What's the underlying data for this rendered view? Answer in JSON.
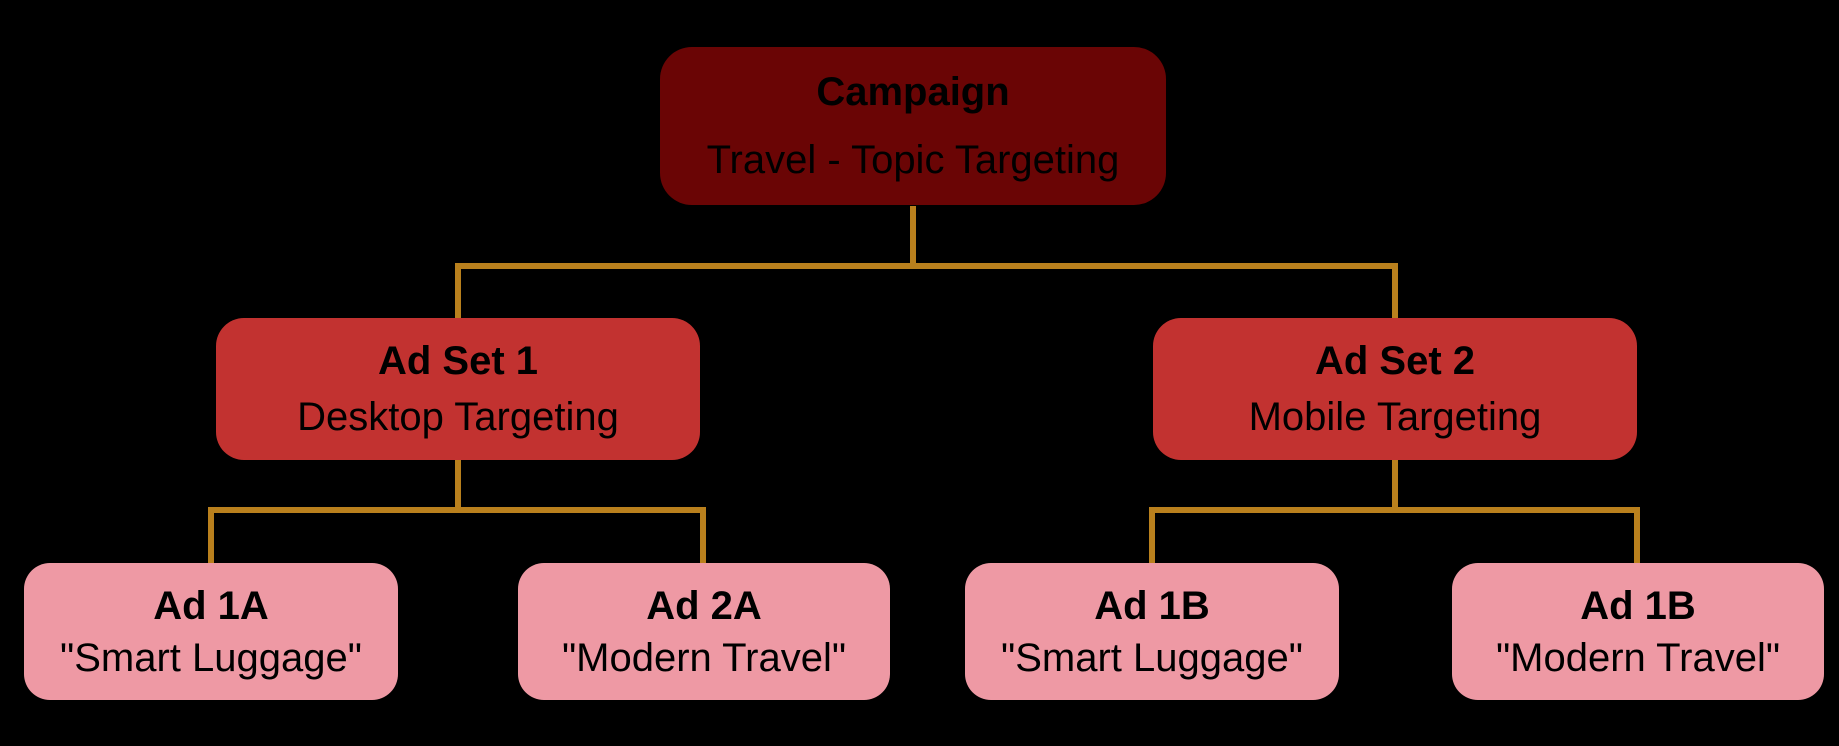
{
  "diagram": {
    "background_color": "#000000",
    "connector_color": "#b9801d",
    "text_color": "#000000",
    "nodes": {
      "campaign": {
        "title": "Campaign",
        "subtitle": "Travel - Topic Targeting",
        "fill": "#6a0505"
      },
      "adset1": {
        "title": "Ad Set 1",
        "subtitle": "Desktop Targeting",
        "fill": "#c23230"
      },
      "adset2": {
        "title": "Ad Set 2",
        "subtitle": "Mobile Targeting",
        "fill": "#c23230"
      },
      "ad1a": {
        "title": "Ad 1A",
        "subtitle": "\"Smart Luggage\"",
        "fill": "#ee99a4"
      },
      "ad2a": {
        "title": "Ad 2A",
        "subtitle": "\"Modern Travel\"",
        "fill": "#ee99a4"
      },
      "ad1b_left": {
        "title": "Ad 1B",
        "subtitle": "\"Smart Luggage\"",
        "fill": "#ee99a4"
      },
      "ad1b_right": {
        "title": "Ad 1B",
        "subtitle": "\"Modern Travel\"",
        "fill": "#ee99a4"
      }
    }
  }
}
